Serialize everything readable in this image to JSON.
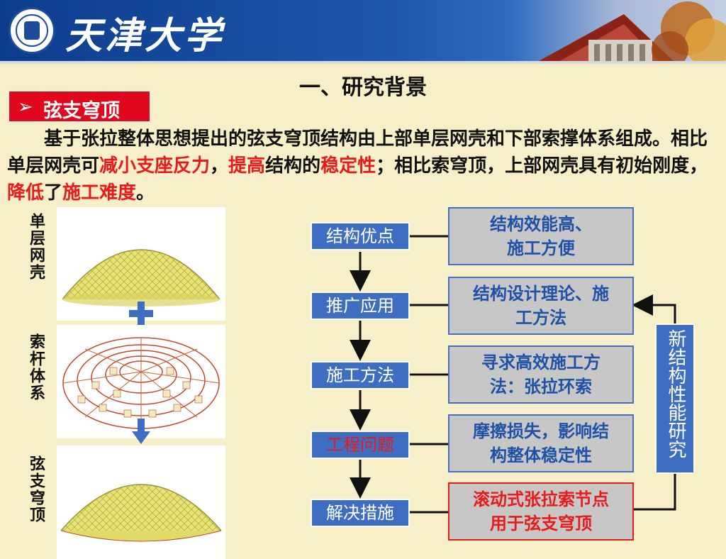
{
  "header": {
    "university": "天津大学"
  },
  "slide": {
    "heading": "一、研究背景",
    "tag": {
      "arrow": "➢",
      "label": "弦支穹顶"
    },
    "intro": {
      "s1": "　　基于张拉整体思想提出的弦支穹顶结构由上部单层网壳和下部索撑体系组成。相比单层网壳可",
      "r1": "减小支座反力",
      "s2": "，",
      "r2": "提高",
      "s3": "结构的",
      "r3": "稳定性",
      "s4": "；相比索穹顶，上部网壳具有初始刚度，",
      "r4": "降低",
      "s5": "了",
      "r5": "施工难度",
      "s6": "。"
    }
  },
  "left_panel": {
    "captions": [
      "单层网壳",
      "索杆体系",
      "弦支穹顶"
    ]
  },
  "flowchart": {
    "stages": [
      "结构优点",
      "推广应用",
      "施工方法",
      "工程问题",
      "解决措施"
    ],
    "notes": [
      {
        "line1": "结构效能高、",
        "line2": "施工方便"
      },
      {
        "line1": "结构设计理论、施",
        "line2": "工方法"
      },
      {
        "line1": "寻求高效施工方",
        "line2": "法：张拉环索"
      },
      {
        "line1": "摩擦损失，影响结",
        "line2": "构整体稳定性"
      },
      {
        "line1": "滚动式张拉索节点",
        "line2": "用于弦支穹顶"
      }
    ],
    "research": "新结构性能研究",
    "colors": {
      "box_blue": "#3e6ec1",
      "highlight_red": "#e81a1a",
      "note_grey": "#c7c7c7"
    }
  }
}
